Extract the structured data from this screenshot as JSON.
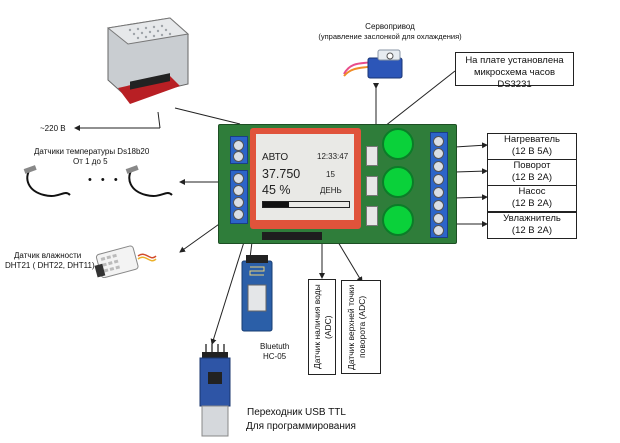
{
  "labels": {
    "servo_title": "Сервопривод",
    "servo_sub": "(управление заслонкой для охлаждения)",
    "rtc_note_1": "На плате установлена",
    "rtc_note_2": "микросхема часов DS3231",
    "mains": "~220 В",
    "temp_sensors_1": "Датчики температуры  Ds18b20",
    "temp_sensors_2": "От 1  до 5",
    "dots": "• • •",
    "humidity_1": "Датчик влажности",
    "humidity_2": "DHT21 ( DHT22, DHT11)",
    "bluetooth_1": "Bluetuth",
    "bluetooth_2": "HC-05",
    "usb_1": "Переходник USB  TTL",
    "usb_2": "Для программирования",
    "water_sensor": "Датчик наличия воды (ADC)",
    "turn_sensor": "Датчик верхней точки поворота (ADC)"
  },
  "outputs": [
    {
      "name": "Нагреватель",
      "rating": "(12 В   5А)"
    },
    {
      "name": "Поворот",
      "rating": "(12 В   2А)"
    },
    {
      "name": "Насос",
      "rating": "(12 В   2А)"
    },
    {
      "name": "Увлажнитель",
      "rating": "(12 В   2А)"
    }
  ],
  "lcd": {
    "mode": "АВТО",
    "time": "12:33:47",
    "temperature": "37.750",
    "value": "15",
    "humidity": "45 %",
    "period": "ДЕНЬ",
    "progress": 0.3
  },
  "colors": {
    "board": "#2f7d3a",
    "terminal": "#2c64c9",
    "button": "#0ad13a",
    "lcd_frame": "#e0533b"
  }
}
